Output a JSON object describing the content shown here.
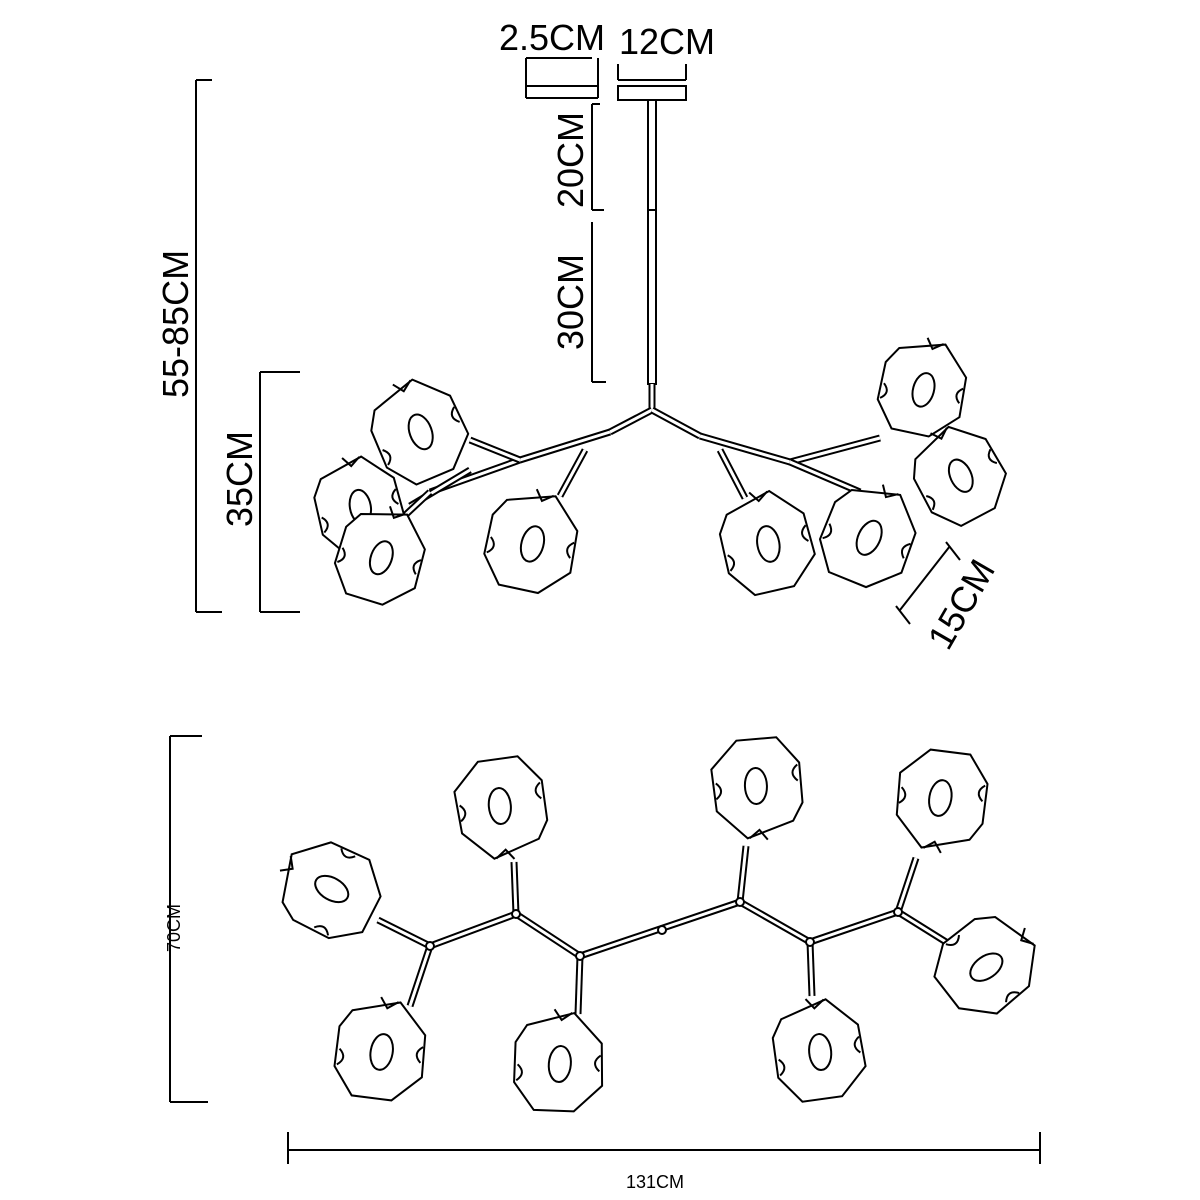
{
  "dimensions": {
    "canopy_height": "2.5CM",
    "canopy_width": "12CM",
    "rod_upper": "20CM",
    "rod_lower": "30CM",
    "total_height": "55-85CM",
    "body_height": "35CM",
    "shade_size": "15CM",
    "top_view_depth": "70CM",
    "total_width": "131CM"
  },
  "colors": {
    "line": "#000000",
    "background": "#ffffff"
  }
}
